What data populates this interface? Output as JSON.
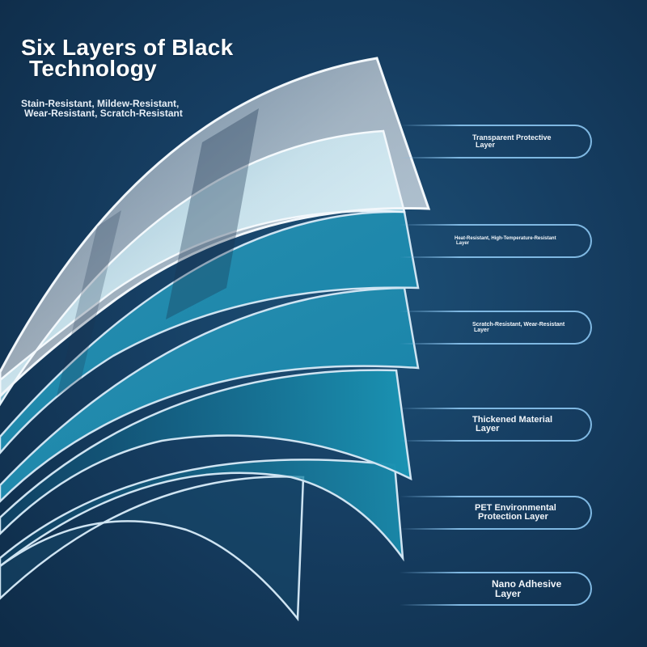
{
  "header": {
    "title_line1": "Six Layers of Black",
    "title_line2": "Technology",
    "subtitle_line1": "Stain-Resistant, Mildew-Resistant,",
    "subtitle_line2": "Wear-Resistant, Scratch-Resistant"
  },
  "layers": [
    {
      "line1": "Transparent Protective",
      "line2": "Layer"
    },
    {
      "line1": "Heat-Resistant, High-Temperature-Resistant",
      "line2": "Layer"
    },
    {
      "line1": "Scratch-Resistant, Wear-Resistant",
      "line2": "Layer"
    },
    {
      "line1": "Thickened Material",
      "line2": "Layer"
    },
    {
      "line1": "PET Environmental",
      "line2": "Protection Layer"
    },
    {
      "line1": "Nano Adhesive",
      "line2": "Layer"
    }
  ],
  "colors": {
    "background": "#163e62",
    "layer_teal": "#1a93b3",
    "top_glass": "#dfe9f2",
    "outline": "#cfe4f2",
    "callout_border": "#7fb8e2"
  }
}
